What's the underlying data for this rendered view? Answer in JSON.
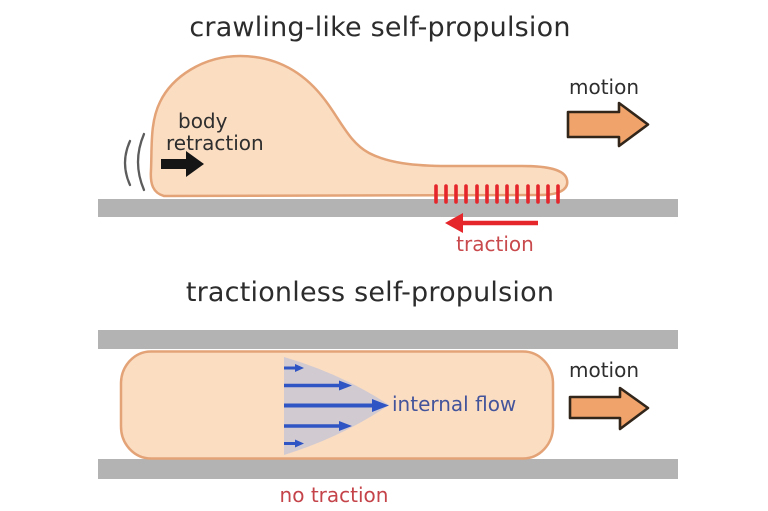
{
  "panels": {
    "crawling": {
      "title": "crawling-like self-propulsion",
      "body_retraction_line1": "body",
      "body_retraction_line2": "retraction",
      "motion_label": "motion",
      "traction_label": "traction"
    },
    "tractionless": {
      "title": "tractionless self-propulsion",
      "internal_flow_label": "internal flow",
      "motion_label": "motion",
      "no_traction_label": "no traction"
    }
  },
  "icons": {
    "motion-arrow": "orange block arrow pointing right",
    "retraction-arrow": "solid black arrow pointing right",
    "vibration-marks": "two curved marks (( left of cell",
    "traction-ticks": "row of 13 red vertical ticks",
    "traction-arrow": "red arrow pointing left",
    "flow-arrows": "five blue arrows, parabolic velocity profile pointing right"
  },
  "colors": {
    "title_text": "#2c2c2c",
    "label_text": "#2e2e2e",
    "cell_fill": "#fbddc2",
    "cell_outline": "#e3a377",
    "substrate_gray": "#b3b3b3",
    "traction_red": "#e5262b",
    "traction_text": "#c94a4d",
    "no_traction_text": "#c4444a",
    "motion_arrow_orange": "#f0a46b",
    "motion_arrow_outline": "#32261b",
    "flow_blue": "#2e55c3",
    "flow_envelope": "#cac7d3",
    "internal_flow_text": "#44549b"
  }
}
